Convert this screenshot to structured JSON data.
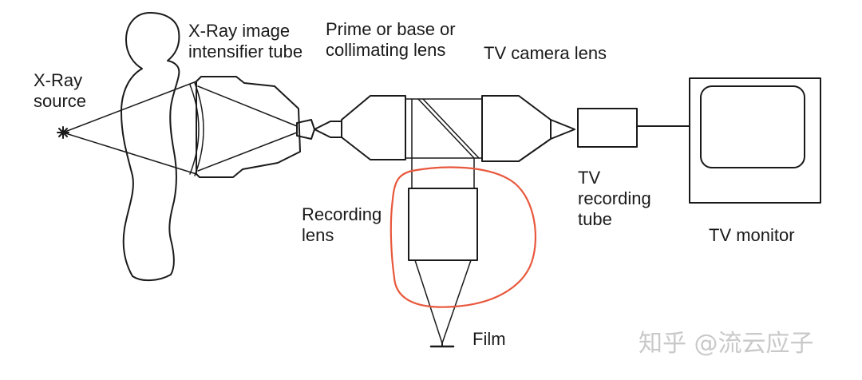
{
  "labels": {
    "xray_source": [
      "X-Ray",
      "source"
    ],
    "intensifier": [
      "X-Ray image",
      "intensifier tube"
    ],
    "prime_lens": [
      "Prime or base or",
      "collimating lens"
    ],
    "tv_camera_lens": "TV camera lens",
    "recording_lens": [
      "Recording",
      "lens"
    ],
    "tv_recording_tube": [
      "TV",
      "recording",
      "tube"
    ],
    "tv_monitor": "TV monitor",
    "film": "Film"
  },
  "watermark": "知乎 @流云应子",
  "colors": {
    "line": "#1a1a1a",
    "highlight": "#e8583c"
  }
}
